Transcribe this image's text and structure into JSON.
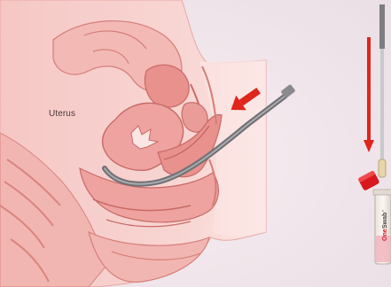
{
  "labels": {
    "uterus": "Uterus"
  },
  "product": {
    "brand_prefix": "One",
    "brand_suffix": "Swab",
    "registered_mark": "®"
  },
  "colors": {
    "tissue_light": "#f6c9c6",
    "tissue_mid": "#eea3a0",
    "tissue_dark": "#d5736f",
    "outline": "#c86a66",
    "instrument": "#7f8084",
    "arrow_red": "#e0251c",
    "cap_red": "#d8181f"
  }
}
